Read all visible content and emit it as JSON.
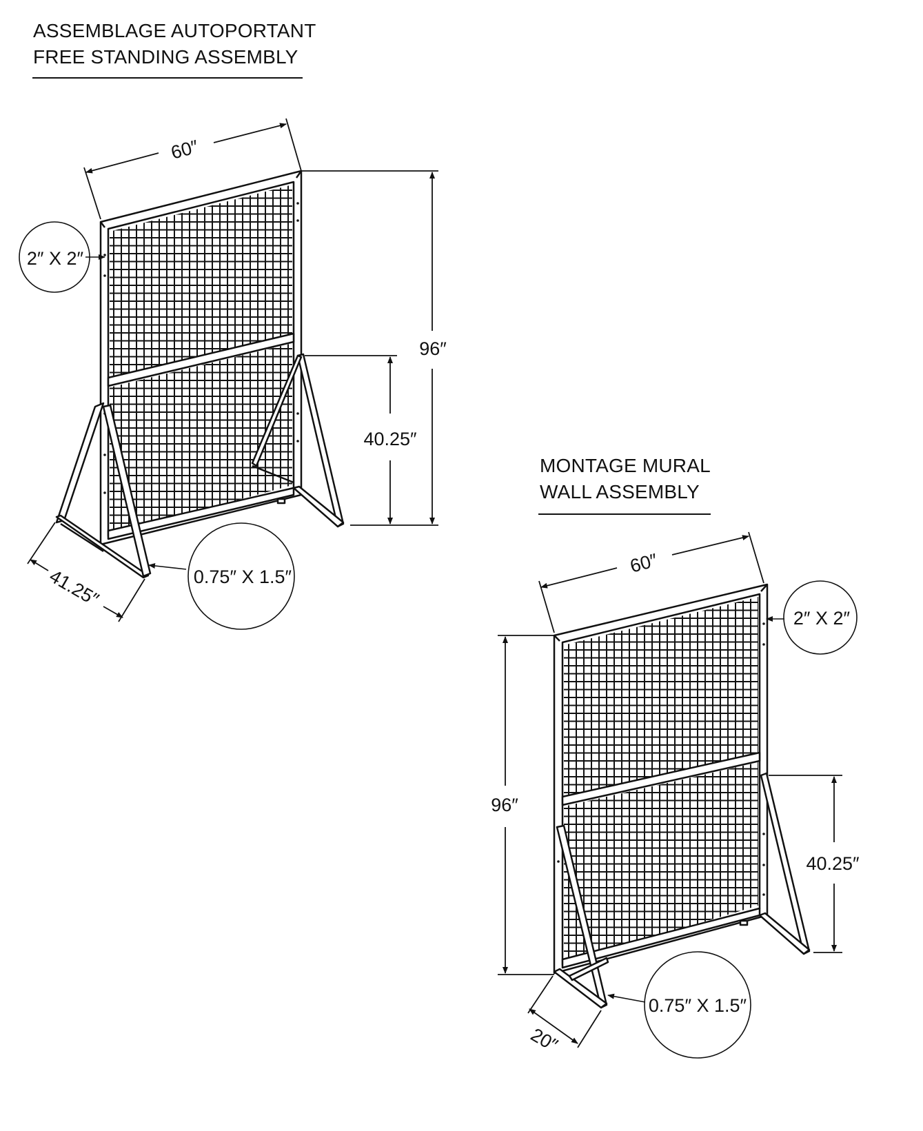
{
  "free_standing": {
    "title_fr": "ASSEMBLAGE AUTOPORTANT",
    "title_en": "FREE STANDING ASSEMBLY",
    "width": "60″",
    "height": "96″",
    "base_height": "40.25″",
    "depth": "41.25″",
    "frame_tube": "2″ X 2″",
    "leg_tube": "0.75″ X 1.5″"
  },
  "wall": {
    "title_fr": "MONTAGE MURAL",
    "title_en": "WALL ASSEMBLY",
    "width": "60″",
    "height": "96″",
    "base_height": "40.25″",
    "depth": "20″",
    "frame_tube": "2″ X 2″",
    "leg_tube": "0.75″ X 1.5″"
  }
}
